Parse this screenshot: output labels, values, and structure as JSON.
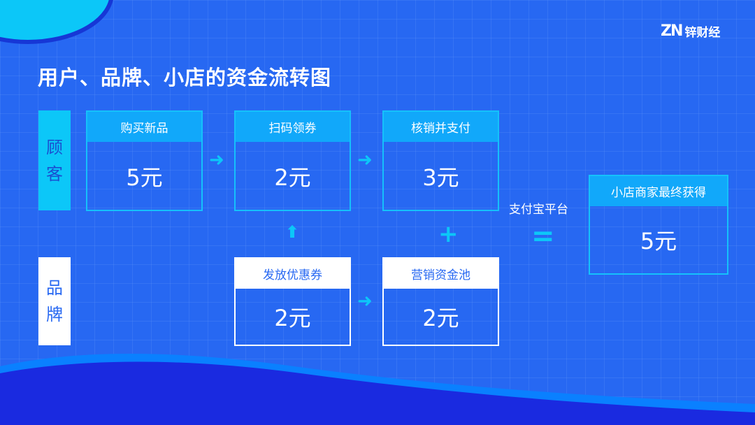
{
  "logo": {
    "mark": "ZN",
    "text": "锌财经"
  },
  "title": "用户、品牌、小店的资金流转图",
  "rows": {
    "customer": {
      "label_chars": [
        "顾",
        "客"
      ]
    },
    "brand": {
      "label_chars": [
        "品",
        "牌"
      ]
    }
  },
  "customer_boxes": [
    {
      "header": "购买新品",
      "value": "5元"
    },
    {
      "header": "扫码领券",
      "value": "2元"
    },
    {
      "header": "核销并支付",
      "value": "3元"
    }
  ],
  "brand_boxes": [
    {
      "header": "发放优惠券",
      "value": "2元"
    },
    {
      "header": "营销资金池",
      "value": "2元"
    }
  ],
  "platform_label": "支付宝平台",
  "result_box": {
    "header": "小店商家最终获得",
    "value": "5元"
  },
  "colors": {
    "background": "#2768f2",
    "accent": "#0cc7f8",
    "header": "#11a8fa"
  }
}
